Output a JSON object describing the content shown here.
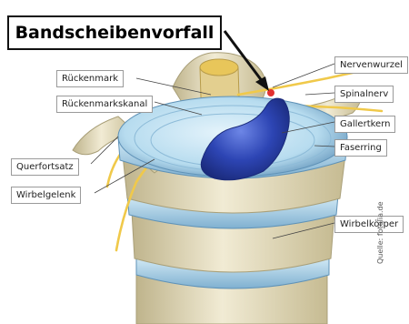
{
  "title": "Bandscheibenvorfall",
  "labels": {
    "rueckenmark": "Rückenmark",
    "rueckenmarkskanal": "Rückenmarkskanal",
    "querfortsatz": "Querfortsatz",
    "wirbelgelenk": "Wirbelgelenk",
    "nervenwurzel": "Nervenwurzel",
    "spinalnerv": "Spinalnerv",
    "gallertkern": "Gallertkern",
    "faserring": "Faserring",
    "wirbelkoerper": "Wirbelkörper"
  },
  "credit": "Quelle: fotolia.de",
  "colors": {
    "bone": "#e9e2c9",
    "bone_shade": "#c9bf98",
    "disc_ring": "#a9cfe6",
    "disc_dark": "#5f92b7",
    "nucleus": "#2a3fa6",
    "nerve": "#f0c94a",
    "herniation_marker": "#e23030"
  }
}
